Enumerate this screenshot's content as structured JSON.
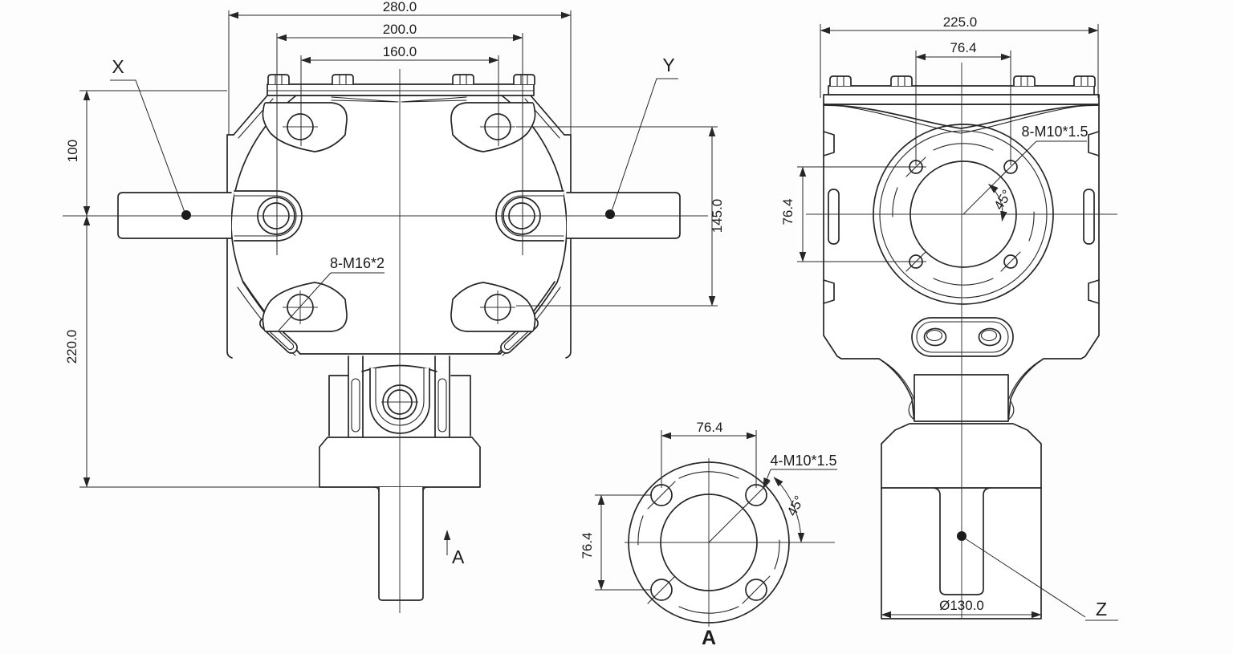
{
  "canvas": {
    "background": "#fdfdfd",
    "line_color": "#262626"
  },
  "front_view": {
    "dim_overall_width": "280.0",
    "dim_bolt_span": "200.0",
    "dim_hole_span": "160.0",
    "dim_top_to_axis": "100",
    "dim_axis_to_base": "220.0",
    "dim_pad_hole_span": "145.0",
    "shaft_label_left": "X",
    "shaft_label_right": "Y",
    "thread_callout": "8-M16*2",
    "section_arrow_label": "A"
  },
  "side_view": {
    "dim_overall_width": "225.0",
    "dim_hole_span_horizontal": "76.4",
    "dim_hole_span_vertical": "76.4",
    "thread_callout": "8-M10*1.5",
    "angle_callout": "45°",
    "dim_base_diameter": "Ø130.0",
    "shaft_label_bottom": "Z"
  },
  "section_a": {
    "dim_hole_span_horizontal": "76.4",
    "dim_hole_span_vertical": "76.4",
    "thread_callout": "4-M10*1.5",
    "angle_callout": "45°",
    "view_label": "A"
  }
}
